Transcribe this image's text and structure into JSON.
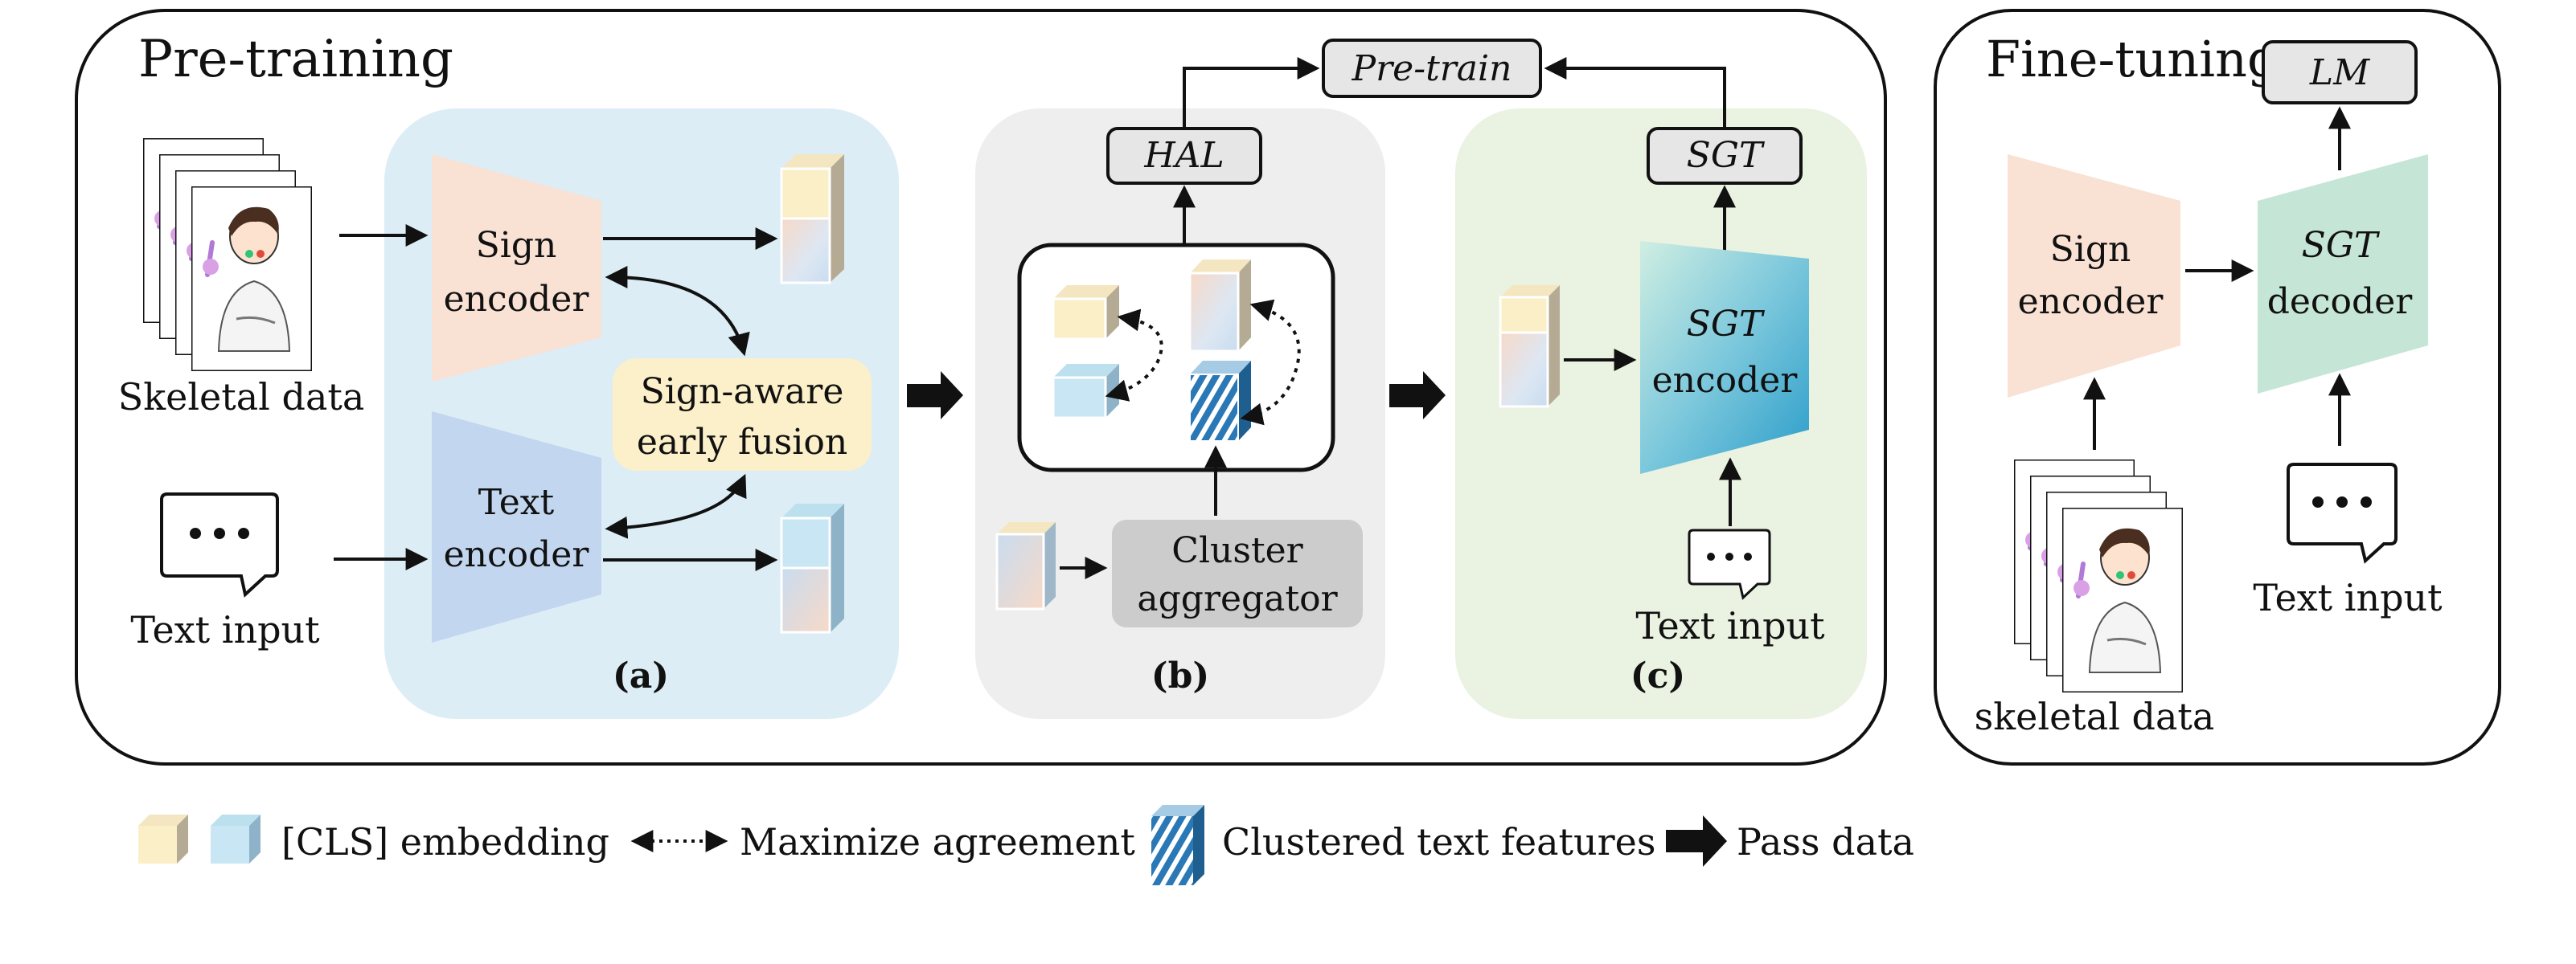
{
  "pretraining": {
    "title": "Pre-training",
    "skeletal_label": "Skeletal data",
    "text_input_label": "Text input",
    "panel_a": {
      "sign_encoder": [
        "Sign",
        "encoder"
      ],
      "text_encoder": [
        "Text",
        "encoder"
      ],
      "fusion": [
        "Sign-aware",
        "early fusion"
      ],
      "label": "(a)"
    },
    "panel_b": {
      "hal": "HAL",
      "cluster": [
        "Cluster",
        "aggregator"
      ],
      "label": "(b)"
    },
    "panel_c": {
      "sgt": "SGT",
      "encoder": [
        "SGT",
        "encoder"
      ],
      "text_input_label": "Text input",
      "label": "(c)"
    },
    "pretrain_box": "Pre-train"
  },
  "finetuning": {
    "title": "Fine-tuning",
    "lm": "LM",
    "sign_encoder": [
      "Sign",
      "encoder"
    ],
    "decoder": [
      "SGT",
      "decoder"
    ],
    "skeletal_label": "skeletal data",
    "text_input_label": "Text input"
  },
  "legend": {
    "cls": "[CLS] embedding",
    "agree": "Maximize agreement",
    "clustered": "Clustered text features",
    "pass": "Pass data"
  },
  "colors": {
    "panel_a": "#dcedf5",
    "panel_b": "#eeeeee",
    "panel_c": "#eaf2e1",
    "sign_encoder": "#f9e1d4",
    "text_encoder": "#c2d6ef",
    "fusion": "#fbf0c9",
    "decoder": "#c5e5d6",
    "cluster_box": "#cccccc",
    "label_box": "#e6e6e6"
  }
}
